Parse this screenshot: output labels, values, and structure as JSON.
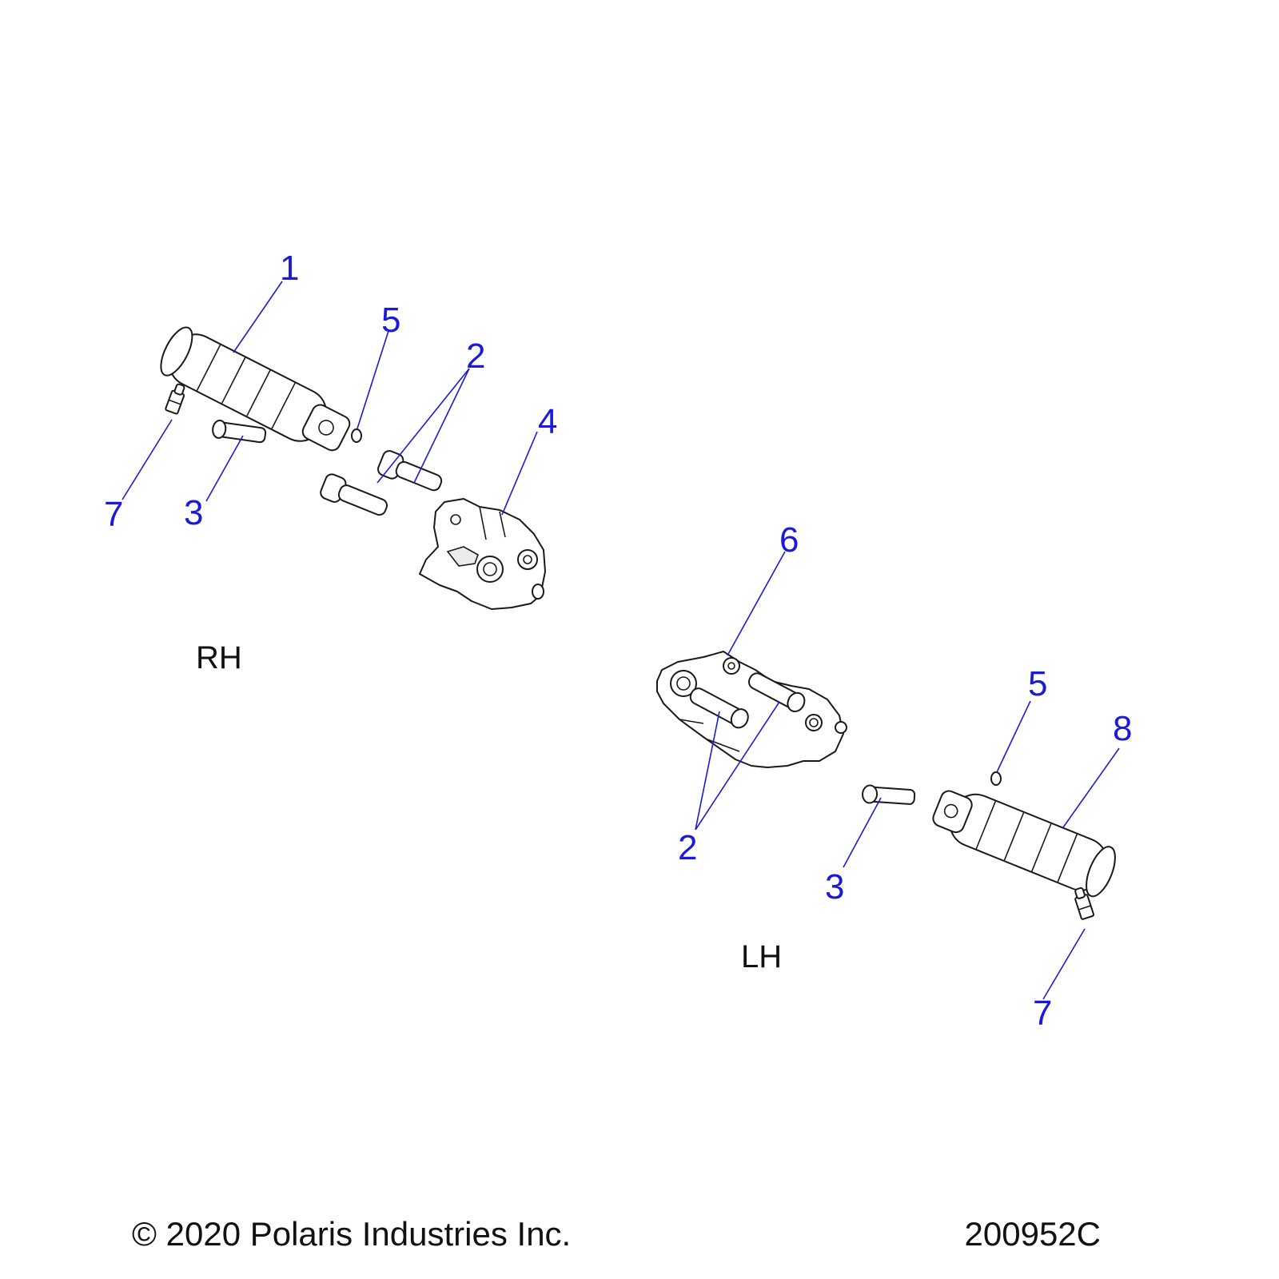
{
  "diagram": {
    "callouts": {
      "rh_1": "1",
      "rh_5": "5",
      "rh_2": "2",
      "rh_4": "4",
      "rh_7": "7",
      "rh_3": "3",
      "lh_6": "6",
      "lh_5": "5",
      "lh_8": "8",
      "lh_2": "2",
      "lh_3": "3",
      "lh_7": "7"
    },
    "side_labels": {
      "rh": "RH",
      "lh": "LH"
    },
    "copyright": "© 2020 Polaris Industries Inc.",
    "drawing_number": "200952C",
    "colors": {
      "callout": "#1a1ad8",
      "line_art": "#1a1a1a",
      "background": "#ffffff"
    }
  }
}
